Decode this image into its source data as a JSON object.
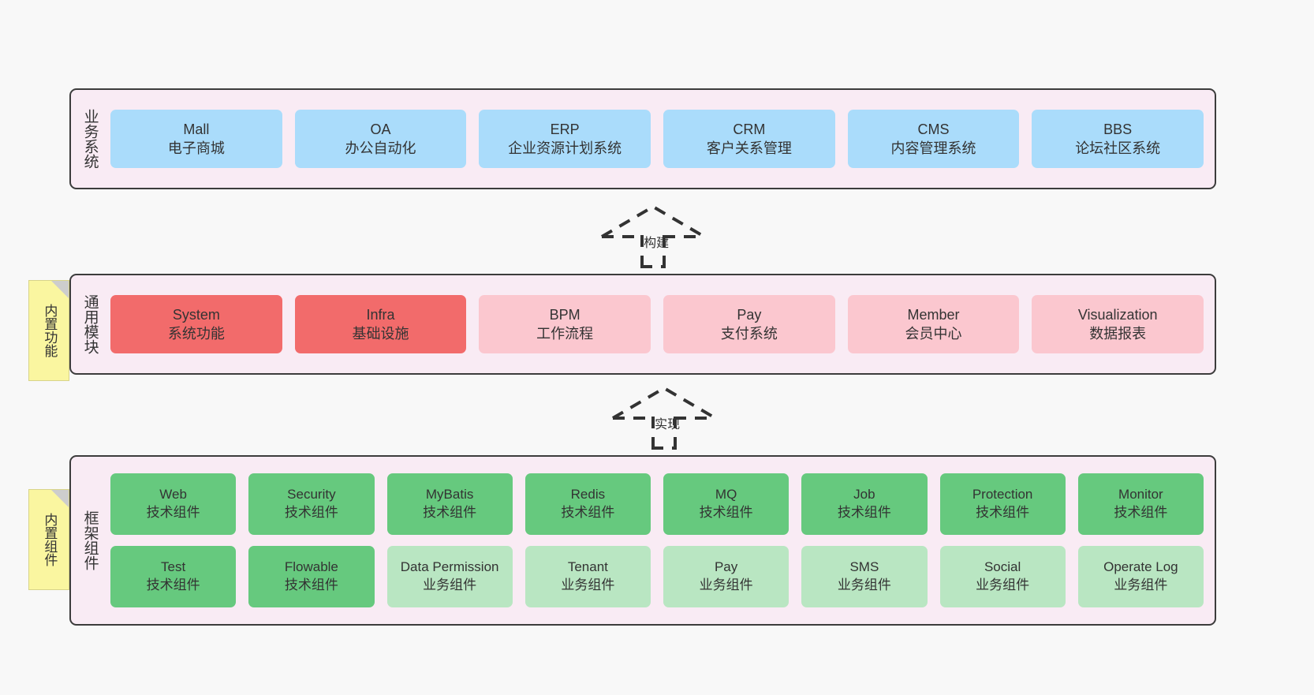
{
  "diagram": {
    "title": "yudao-cloud architecture layers",
    "background": "#f8f8f8",
    "panel_bg": "#f9ebf4",
    "panel_border": "#3c3c3c",
    "note_bg": "#faf6a0"
  },
  "layers": [
    {
      "id": "business",
      "label": "业务系统",
      "rows": [
        {
          "cards": [
            {
              "en": "Mall",
              "cn": "电子商城",
              "color": "#aadcfb",
              "style": "c-blue"
            },
            {
              "en": "OA",
              "cn": "办公自动化",
              "color": "#aadcfb",
              "style": "c-blue"
            },
            {
              "en": "ERP",
              "cn": "企业资源计划系统",
              "color": "#aadcfb",
              "style": "c-blue"
            },
            {
              "en": "CRM",
              "cn": "客户关系管理",
              "color": "#aadcfb",
              "style": "c-blue"
            },
            {
              "en": "CMS",
              "cn": "内容管理系统",
              "color": "#aadcfb",
              "style": "c-blue"
            },
            {
              "en": "BBS",
              "cn": "论坛社区系统",
              "color": "#aadcfb",
              "style": "c-blue"
            }
          ]
        }
      ]
    },
    {
      "id": "common",
      "label": "通用模块",
      "note": "内置功能",
      "rows": [
        {
          "cards": [
            {
              "en": "System",
              "cn": "系统功能",
              "color": "#f26b6b",
              "style": "c-red-strong"
            },
            {
              "en": "Infra",
              "cn": "基础设施",
              "color": "#f26b6b",
              "style": "c-red-strong"
            },
            {
              "en": "BPM",
              "cn": "工作流程",
              "color": "#fbc7cf",
              "style": "c-red-light"
            },
            {
              "en": "Pay",
              "cn": "支付系统",
              "color": "#fbc7cf",
              "style": "c-red-light"
            },
            {
              "en": "Member",
              "cn": "会员中心",
              "color": "#fbc7cf",
              "style": "c-red-light"
            },
            {
              "en": "Visualization",
              "cn": "数据报表",
              "color": "#fbc7cf",
              "style": "c-red-light"
            }
          ]
        }
      ]
    },
    {
      "id": "framework",
      "label": "框架组件",
      "note": "内置组件",
      "rows": [
        {
          "cards": [
            {
              "en": "Web",
              "cn": "技术组件",
              "color": "#66c97e",
              "style": "c-green-strong"
            },
            {
              "en": "Security",
              "cn": "技术组件",
              "color": "#66c97e",
              "style": "c-green-strong"
            },
            {
              "en": "MyBatis",
              "cn": "技术组件",
              "color": "#66c97e",
              "style": "c-green-strong"
            },
            {
              "en": "Redis",
              "cn": "技术组件",
              "color": "#66c97e",
              "style": "c-green-strong"
            },
            {
              "en": "MQ",
              "cn": "技术组件",
              "color": "#66c97e",
              "style": "c-green-strong"
            },
            {
              "en": "Job",
              "cn": "技术组件",
              "color": "#66c97e",
              "style": "c-green-strong"
            },
            {
              "en": "Protection",
              "cn": "技术组件",
              "color": "#66c97e",
              "style": "c-green-strong"
            },
            {
              "en": "Monitor",
              "cn": "技术组件",
              "color": "#66c97e",
              "style": "c-green-strong"
            }
          ]
        },
        {
          "cards": [
            {
              "en": "Test",
              "cn": "技术组件",
              "color": "#66c97e",
              "style": "c-green-strong"
            },
            {
              "en": "Flowable",
              "cn": "技术组件",
              "color": "#66c97e",
              "style": "c-green-strong"
            },
            {
              "en": "Data Permission",
              "cn": "业务组件",
              "color": "#b9e6c2",
              "style": "c-green-light"
            },
            {
              "en": "Tenant",
              "cn": "业务组件",
              "color": "#b9e6c2",
              "style": "c-green-light"
            },
            {
              "en": "Pay",
              "cn": "业务组件",
              "color": "#b9e6c2",
              "style": "c-green-light"
            },
            {
              "en": "SMS",
              "cn": "业务组件",
              "color": "#b9e6c2",
              "style": "c-green-light"
            },
            {
              "en": "Social",
              "cn": "业务组件",
              "color": "#b9e6c2",
              "style": "c-green-light"
            },
            {
              "en": "Operate Log",
              "cn": "业务组件",
              "color": "#b9e6c2",
              "style": "c-green-light"
            }
          ]
        }
      ]
    }
  ],
  "notes": [
    {
      "id": "builtin-function",
      "label": "内置功能"
    },
    {
      "id": "builtin-component",
      "label": "内置组件"
    }
  ],
  "arrows": [
    {
      "id": "build",
      "label": "构建",
      "from": "通用模块",
      "to": "业务系统",
      "style": "dashed-hollow-up"
    },
    {
      "id": "implement",
      "label": "实现",
      "from": "框架组件",
      "to": "通用模块",
      "style": "dashed-hollow-up"
    }
  ]
}
